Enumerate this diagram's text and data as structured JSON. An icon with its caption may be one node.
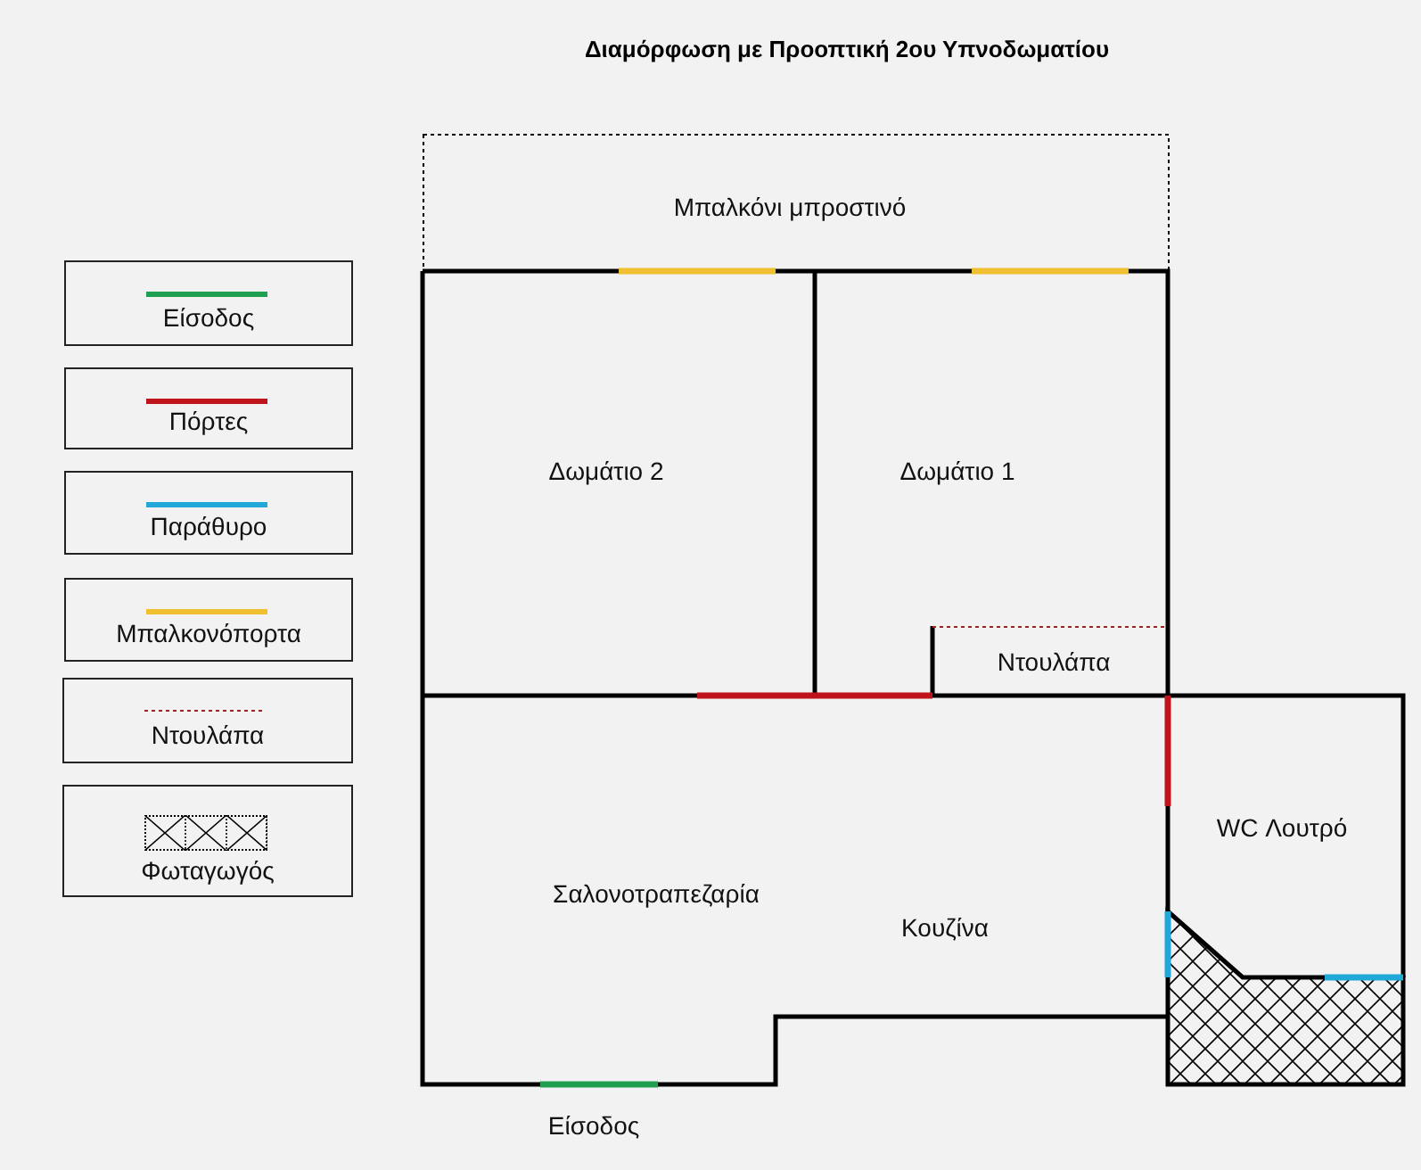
{
  "diagram": {
    "title": "Διαμόρφωση με Προοπτική 2ου Υπνοδωματίου",
    "nodes": [
      {
        "text": [
          "Μπαλκόνι μπροστινό"
        ]
      },
      {
        "text": [
          "Δωμάτιο 2"
        ]
      },
      {
        "text": [
          "Δωμάτιο 1"
        ]
      },
      {
        "text": [
          "Ντουλάπα"
        ],
        "in": 2
      },
      {
        "text": [
          "Σαλονοτραπεζαρία",
          "Κουζίνα"
        ]
      },
      {
        "text": [
          "WC Λουτρό"
        ]
      },
      {
        "text": [],
        "shape": "box"
      }
    ],
    "labels": [
      "Είσοδος"
    ],
    "legend": [
      {
        "text": "Είσοδος"
      },
      {
        "text": "Πόρτες"
      },
      {
        "text": "Παράθυρο"
      },
      {
        "text": "Μπαλκονόπορτα"
      },
      {
        "text": "Ντουλάπα"
      },
      {
        "text": "Φωταγωγός"
      }
    ]
  }
}
